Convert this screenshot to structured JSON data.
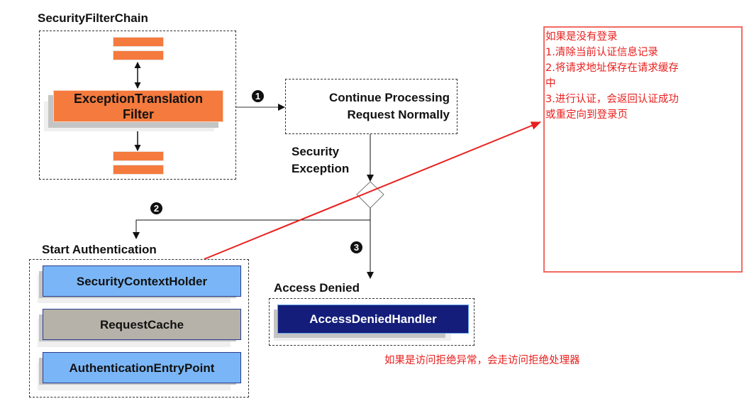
{
  "diagram": {
    "security_filter_chain": {
      "title": "SecurityFilterChain",
      "filter_label_line1": "ExceptionTranslation",
      "filter_label_line2": "Filter"
    },
    "steps": {
      "step1_badge": "1",
      "step2_badge": "2",
      "step3_badge": "3"
    },
    "continue_processing": {
      "line1": "Continue Processing",
      "line2": "Request Normally"
    },
    "security_exception": {
      "line1": "Security",
      "line2": "Exception"
    },
    "start_authentication": {
      "title": "Start Authentication",
      "components": [
        {
          "label": "SecurityContextHolder",
          "color": "#7ab6f7"
        },
        {
          "label": "RequestCache",
          "color": "#b7b2a9"
        },
        {
          "label": "AuthenticationEntryPoint",
          "color": "#7ab6f7"
        }
      ]
    },
    "access_denied": {
      "title": "Access Denied",
      "handler_label": "AccessDeniedHandler",
      "handler_color": "#141e7a"
    },
    "annotations": {
      "note_lines": [
        "如果是没有登录",
        "1.清除当前认证信息记录",
        "2.将请求地址保存在请求缓存",
        "中",
        "3.进行认证，会返回认证成功",
        "或重定向到登录页"
      ],
      "access_denied_note": "如果是访问拒绝异常，会走访问拒绝处理器",
      "annotation_color": "#e8201e"
    }
  }
}
